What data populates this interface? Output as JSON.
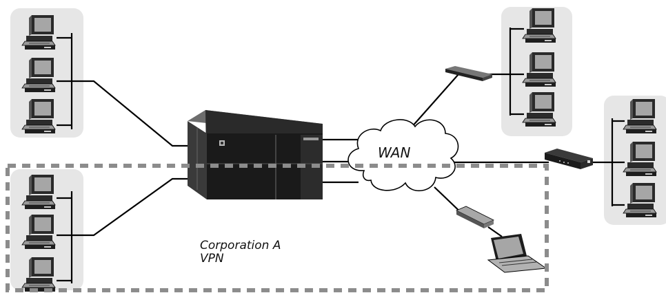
{
  "diagram": {
    "cloud_label": "WAN",
    "vpn_label_line1": "Corporation A",
    "vpn_label_line2": "VPN"
  },
  "colors": {
    "panel": "#e6e6e6",
    "dashed_border": "#8c8c8c",
    "line": "#000000",
    "monitor_face": "#a8a8a8",
    "device_dark": "#1a1a1a"
  },
  "icons": {
    "workstation": "desktop-computer-icon",
    "server": "server-rack-icon",
    "router": "router-icon",
    "modem": "modem-icon",
    "laptop": "laptop-icon",
    "cloud": "cloud-icon"
  }
}
